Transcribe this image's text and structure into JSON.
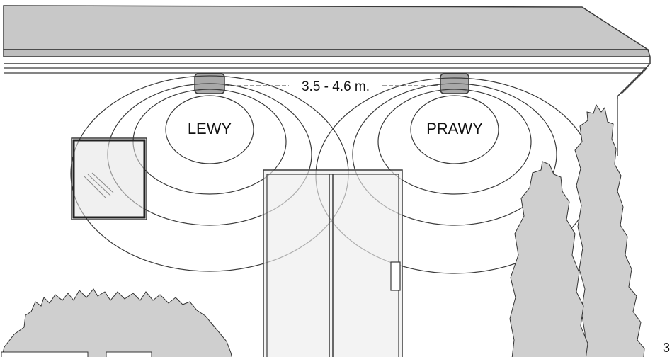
{
  "diagram": {
    "distance_label": "3.5 - 4.6 m.",
    "left_sensor_label": "LEWY",
    "right_sensor_label": "PRAWY",
    "corner_digit": "3"
  },
  "colors": {
    "roof_fill": "#c8c8c8",
    "wall": "#ffffff",
    "line": "#3a3a3a",
    "sensor_fill": "#a9a9a9",
    "foliage_fill": "#cfcfcf",
    "glass_fill": "#ececec"
  }
}
